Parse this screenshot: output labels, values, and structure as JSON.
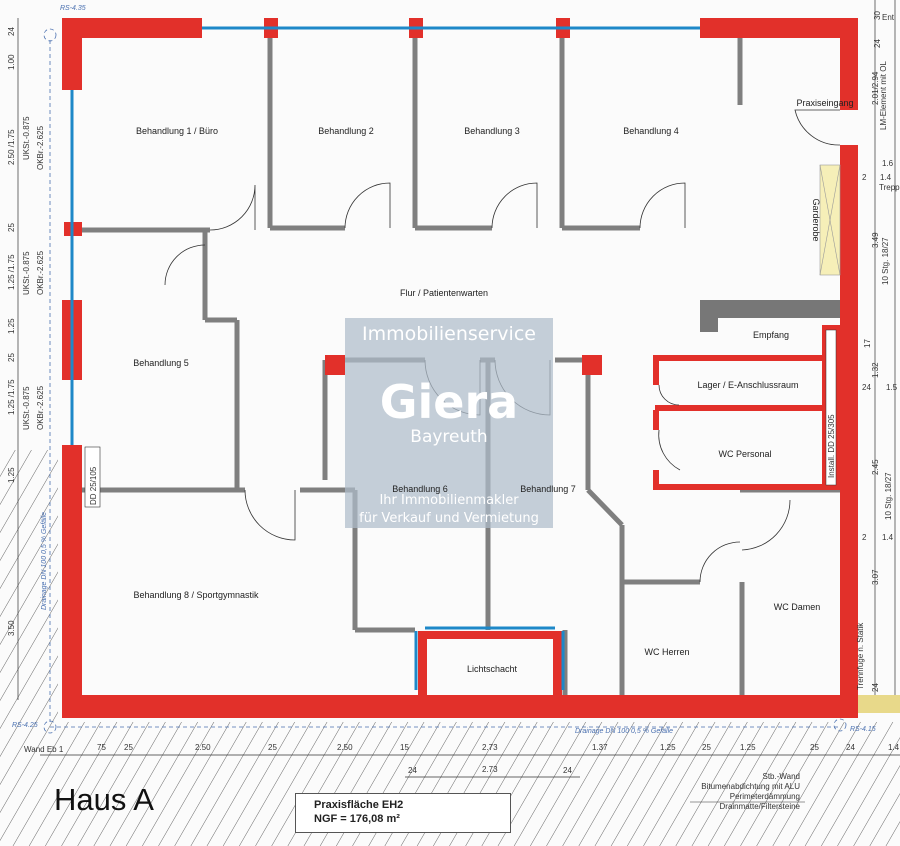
{
  "colors": {
    "wall": "#e2302a",
    "inner_wall": "#7f7f7f",
    "window": "#1e88c8",
    "watermark_bg": "#aebccb",
    "garderobe": "#f6efb8"
  },
  "rooms": {
    "beh1": "Behandlung 1 / Büro",
    "beh2": "Behandlung 2",
    "beh3": "Behandlung 3",
    "beh4": "Behandlung 4",
    "beh5": "Behandlung 5",
    "beh6": "Behandlung 6",
    "beh7": "Behandlung 7",
    "beh8": "Behandlung 8 / Sportgymnastik",
    "flur": "Flur / Patientenwarten",
    "entrance": "Praxiseingang",
    "garderobe": "Garderobe",
    "empfang": "Empfang",
    "lager": "Lager / E-Anschlussraum",
    "wc_personal": "WC Personal",
    "wc_herren": "WC Herren",
    "wc_damen": "WC Damen",
    "lichtschacht": "Lichtschacht"
  },
  "annotations": {
    "rs_top": "RS-4.35",
    "rs_bottom_left": "RS-4.25",
    "rs_bottom_right": "RS-4.15",
    "dd_left": "DD 25/105",
    "install": "Install. DD 25/305",
    "drainage_left": "Drainage DN 100 0,5 % Gefälle",
    "drainage_bottom": "Drainage DN 100 0,5 % Gefälle",
    "trennfuge": "Trennfuge n. Statik",
    "stairs1": "10 Stg. 18/27",
    "stairs2": "10 Stg. 18/27",
    "lm_element": "LM-Element mit OL",
    "treppe": "Trepp",
    "ent": "Ent",
    "wall_layers": [
      "Stb.-Wand",
      "Bitumenabdichtung mit ALU",
      "Perimeterdämmung",
      "Drainmatte/Filtersteine"
    ],
    "wand": "Wand Eb 1"
  },
  "left_dims": {
    "d1": "24",
    "d2": "1.00",
    "d3": "2.50 /1.75",
    "uk1": "UKSt.-0.875",
    "ok1": "OKBr.-2.625",
    "d4": "25",
    "d5": "1.25 /1.75",
    "uk2": "UKSt.-0.875",
    "ok2": "OKBr.-2.625",
    "d6": "1.25",
    "d7": "25",
    "d8": "1.25 /1.75",
    "uk3": "UKSt.-0.875",
    "ok3": "OKBr.-2.625",
    "d9": "1.25",
    "d10": "3.50"
  },
  "bottom_dims": [
    "75",
    "25",
    "2.50",
    "25",
    "2.50",
    "15",
    "2.73",
    "1.37",
    "1.25",
    "25",
    "1.25",
    "25",
    "24",
    "1.4"
  ],
  "bottom_dims2": [
    "24",
    "2.73",
    "24"
  ],
  "right_dims": [
    "30",
    "24",
    "2.01/2.94",
    "1.6",
    "1.4",
    "2",
    "3.49",
    "17",
    "1.32",
    "24",
    "1.5",
    "2.45",
    "2",
    "1.4",
    "3.07",
    "24"
  ],
  "title": {
    "house": "Haus A",
    "area_title": "Praxisfläche EH2",
    "area_value": "NGF = 176,08 m²"
  },
  "watermark": {
    "line1": "Immobilienservice",
    "brand": "Giera",
    "city": "Bayreuth",
    "tag1": "Ihr Immobilienmakler",
    "tag2": "für Verkauf und Vermietung"
  }
}
